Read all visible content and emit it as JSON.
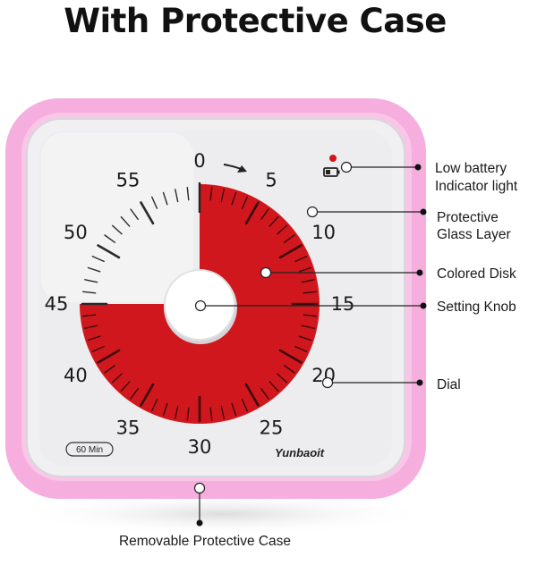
{
  "title": "With Protective Case",
  "timer": {
    "dial_numbers": [
      "0",
      "5",
      "10",
      "15",
      "20",
      "25",
      "30",
      "35",
      "40",
      "45",
      "50",
      "55"
    ],
    "brand": "Yunbaoit",
    "duration_badge": "60 Min",
    "set_minutes": 45
  },
  "callouts": {
    "low_battery": {
      "line1": "Low battery",
      "line2": "Indicator light"
    },
    "glass": {
      "line1": "Protective",
      "line2": "Glass Layer"
    },
    "disk": "Colored Disk",
    "knob": "Setting Knob",
    "dial": "Dial",
    "case": "Removable Protective Case"
  },
  "colors": {
    "case": "#f5aede",
    "disk": "#d0171d",
    "face": "#ededef",
    "battery_led": "#d2141c"
  }
}
